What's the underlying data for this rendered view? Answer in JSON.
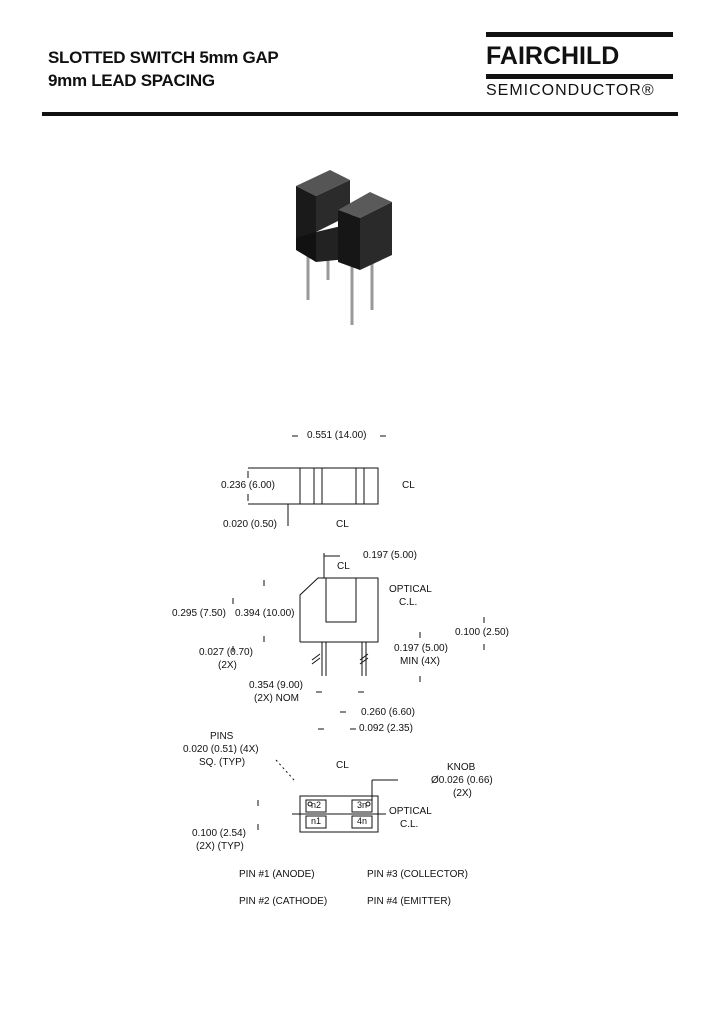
{
  "header": {
    "title_line1": "SLOTTED SWITCH 5mm GAP",
    "title_line2": "9mm LEAD SPACING",
    "logo_word": "FAIRCHILD",
    "logo_sub": "SEMICONDUCTOR®"
  },
  "top_view": {
    "width": "0.551 (14.00)",
    "height": "0.236 (6.00)",
    "thickness": "0.020 (0.50)",
    "cl_right": "CL",
    "cl_below": "CL"
  },
  "side_view": {
    "slot": "0.197 (5.00)",
    "cl": "CL",
    "optical_1": "OPTICAL",
    "optical_2": "C.L.",
    "h1": "0.295 (7.50)",
    "h2": "0.394 (10.00)",
    "lead_w_1": "0.027 (0.70)",
    "lead_w_2": "(2X)",
    "lead_len_1": "0.197 (5.00)",
    "lead_len_2": "MIN (4X)",
    "pitch": "0.100 (2.50)",
    "spacing_1": "0.354 (9.00)",
    "spacing_2": "(2X) NOM",
    "dim_260": "0.260 (6.60)",
    "dim_092": "0.092 (2.35)"
  },
  "bottom_view": {
    "pins_1": "PINS",
    "pins_2": "0.020 (0.51) (4X)",
    "pins_3": "SQ. (TYP)",
    "cl": "CL",
    "knob_1": "KNOB",
    "knob_2": "Ø0.026 (0.66)",
    "knob_3": "(2X)",
    "optical_1": "OPTICAL",
    "optical_2": "C.L.",
    "pitch_1": "0.100 (2.54)",
    "pitch_2": "(2X) (TYP)",
    "pin_labels": [
      "n2",
      "3n",
      "n1",
      "4n"
    ]
  },
  "pin_legend": [
    "PIN #1 (ANODE)",
    "PIN #3 (COLLECTOR)",
    "PIN #2 (CATHODE)",
    "PIN #4 (EMITTER)"
  ]
}
